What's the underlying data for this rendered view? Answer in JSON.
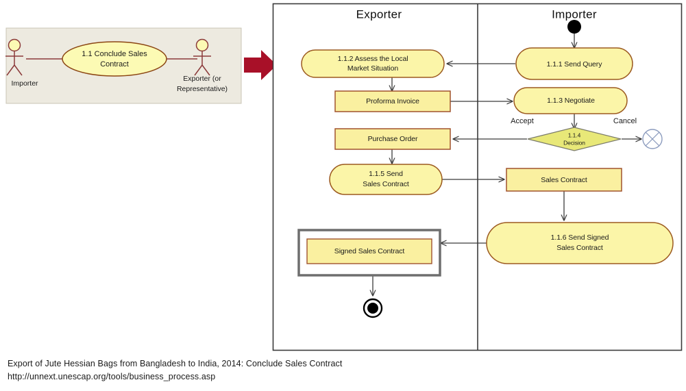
{
  "usecase_panel": {
    "background": "#EDEAE0",
    "border": "#C9C4B4",
    "actors": [
      {
        "name": "Importer",
        "label": "Importer"
      },
      {
        "name": "Exporter",
        "label_line1": "Exporter (or",
        "label_line2": "Representative)"
      }
    ],
    "usecase": {
      "label_line1": "1.1 Conclude Sales",
      "label_line2": "Contract",
      "fill": "#FCFAB4",
      "stroke": "#8B4513"
    }
  },
  "transition_arrow": {
    "name": "red-right-arrow",
    "color": "#A81028"
  },
  "diagram": {
    "frame_stroke": "#3a3a3a",
    "lanes": [
      {
        "id": "exporter",
        "title": "Exporter"
      },
      {
        "id": "importer",
        "title": "Importer"
      }
    ],
    "palette": {
      "activity_fill": "#FBF5A8",
      "activity_stroke": "#9C5A20",
      "object_fill": "#FAF0A0",
      "object_stroke": "#A0522D",
      "decision_fill": "#E8E878",
      "decision_stroke": "#7A7A6A",
      "flowfinal_stroke": "#8C9CBE",
      "edge_stroke": "#3a3a3a",
      "doc_frame_stroke": "#6E6E6E"
    },
    "nodes": [
      {
        "id": "start",
        "type": "initial-node",
        "label": ""
      },
      {
        "id": "n111",
        "type": "activity",
        "label_line1": "1.1.1 Send Query",
        "label_line2": ""
      },
      {
        "id": "n112",
        "type": "activity",
        "label_line1": "1.1.2 Assess the Local",
        "label_line2": "Market Situation"
      },
      {
        "id": "proforma",
        "type": "object",
        "label_line1": "Proforma Invoice",
        "label_line2": ""
      },
      {
        "id": "n113",
        "type": "activity",
        "label_line1": "1.1.3 Negotiate",
        "label_line2": ""
      },
      {
        "id": "purchase",
        "type": "object",
        "label_line1": "Purchase Order",
        "label_line2": ""
      },
      {
        "id": "n114",
        "type": "decision",
        "label_line1": "1.1.4",
        "label_line2": "Decision"
      },
      {
        "id": "flowfinal",
        "type": "flow-final-node",
        "label": ""
      },
      {
        "id": "n115",
        "type": "activity",
        "label_line1": "1.1.5 Send",
        "label_line2": "Sales Contract"
      },
      {
        "id": "salescontract",
        "type": "object",
        "label_line1": "Sales Contract",
        "label_line2": ""
      },
      {
        "id": "n116",
        "type": "activity",
        "label_line1": "1.1.6 Send  Signed",
        "label_line2": "Sales Contract"
      },
      {
        "id": "signedcontract",
        "type": "framed-object",
        "label_line1": "Signed Sales Contract",
        "label_line2": ""
      },
      {
        "id": "final",
        "type": "final-node",
        "label": ""
      }
    ],
    "guards": [
      {
        "id": "accept",
        "label": "Accept"
      },
      {
        "id": "cancel",
        "label": "Cancel"
      }
    ]
  },
  "caption": {
    "line1": "Export of Jute Hessian Bags from Bangladesh to India, 2014: Conclude Sales Contract",
    "line2": "http://unnext.unescap.org/tools/business_process.asp"
  }
}
